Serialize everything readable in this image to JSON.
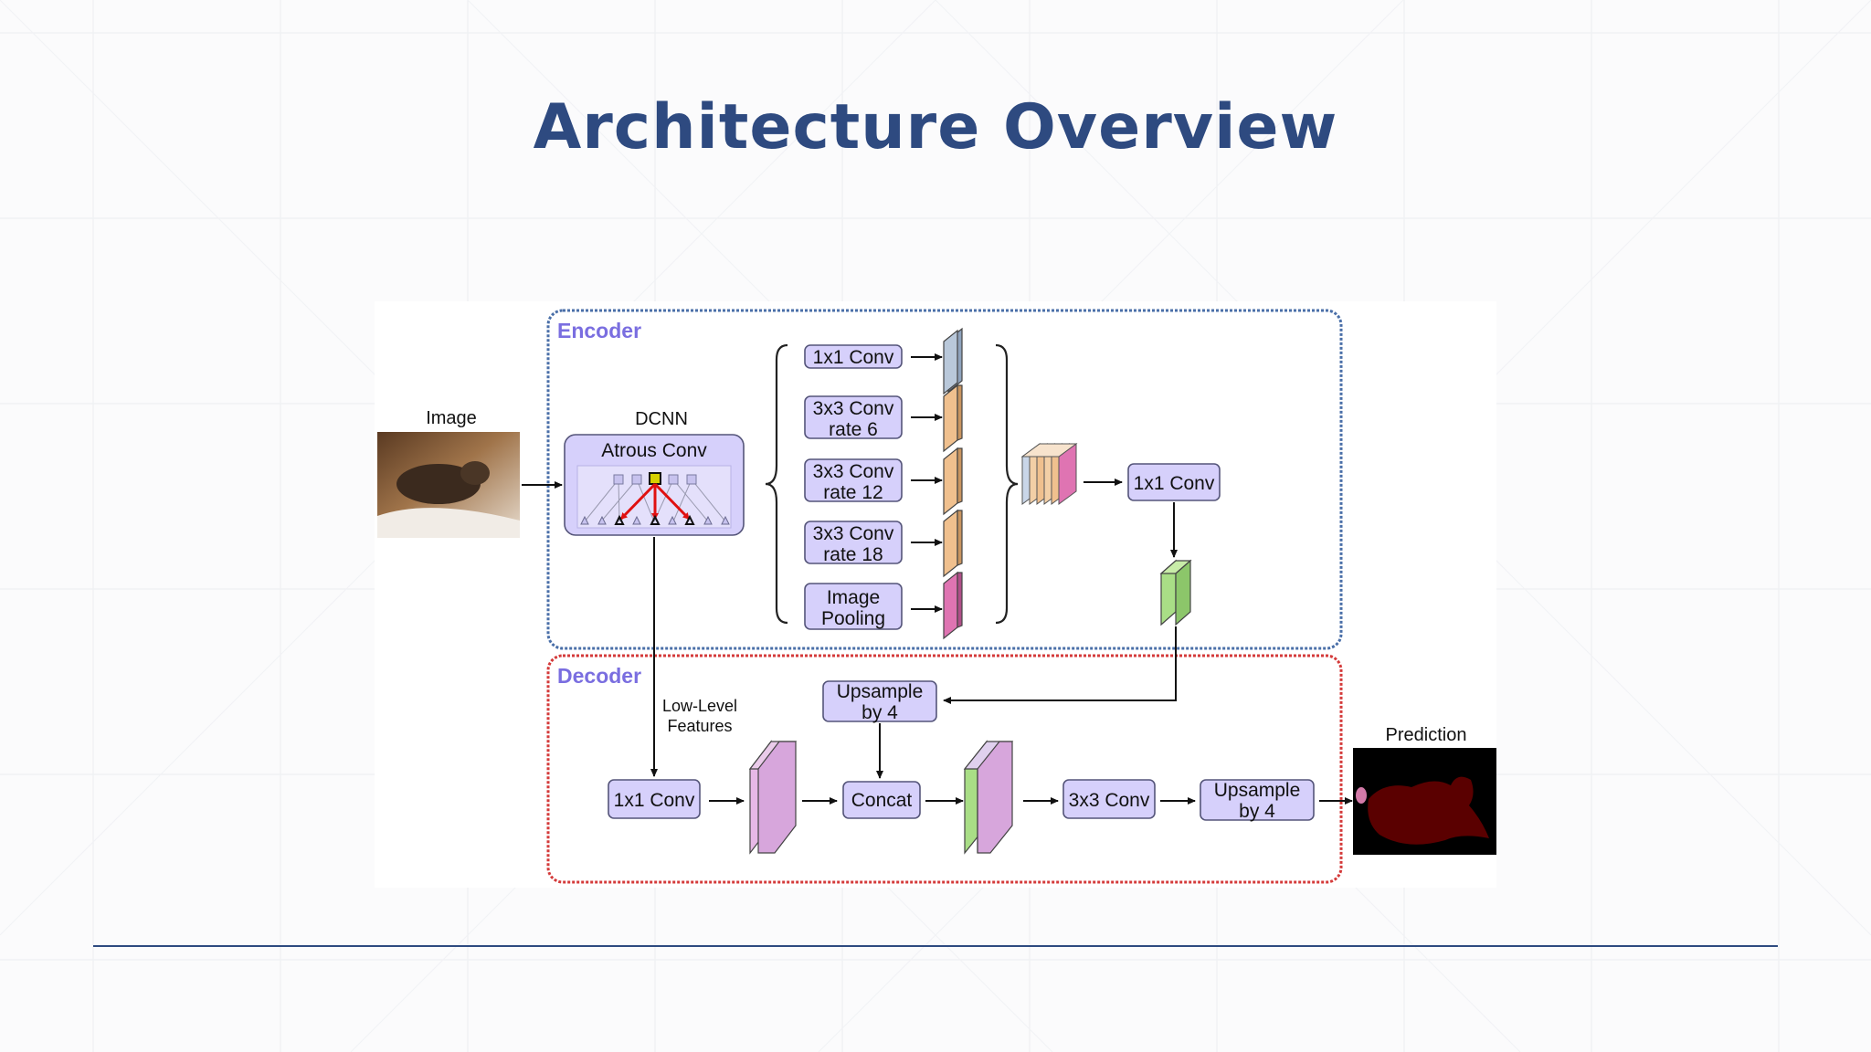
{
  "slide": {
    "title": "Architecture Overview"
  },
  "diagram": {
    "encoder_label": "Encoder",
    "decoder_label": "Decoder",
    "input_label": "Image",
    "dcnn_label": "DCNN",
    "atrous_label": "Atrous Conv",
    "aspp": [
      {
        "line1": "1x1 Conv",
        "line2": ""
      },
      {
        "line1": "3x3 Conv",
        "line2": "rate 6"
      },
      {
        "line1": "3x3 Conv",
        "line2": "rate 12"
      },
      {
        "line1": "3x3 Conv",
        "line2": "rate 18"
      },
      {
        "line1": "Image",
        "line2": "Pooling"
      }
    ],
    "encoder_conv": "1x1 Conv",
    "decoder_upsample_top": {
      "line1": "Upsample",
      "line2": "by 4"
    },
    "low_level": {
      "line1": "Low-Level",
      "line2": "Features"
    },
    "decoder_conv1x1": "1x1 Conv",
    "concat": "Concat",
    "conv3x3": "3x3 Conv",
    "decoder_upsample_out": {
      "line1": "Upsample",
      "line2": "by 4"
    },
    "output_label": "Prediction"
  },
  "colors": {
    "title": "#2e4a80",
    "box_fill": "#d6d0fb",
    "encoder_border": "#4a6fa8",
    "decoder_border": "#d43a3a",
    "feature_blue": "#b9c8da",
    "feature_orange": "#f0c08e",
    "feature_pink": "#df74b2",
    "feature_green": "#a9de86",
    "feature_violet": "#d7a6dc"
  }
}
